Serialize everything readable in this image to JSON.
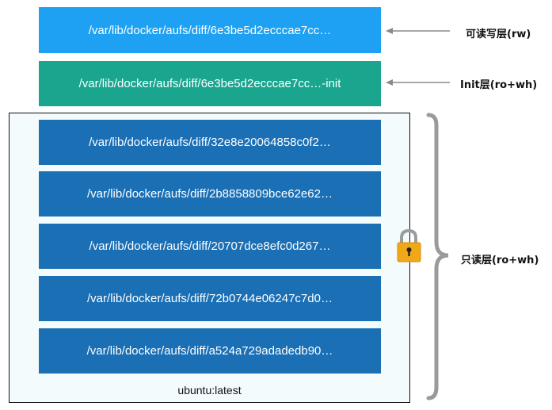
{
  "layers": {
    "container_rw": "/var/lib/docker/aufs/diff/6e3be5d2ecccae7cc…",
    "init": "/var/lib/docker/aufs/diff/6e3be5d2ecccae7cc…-init",
    "readonly": [
      "/var/lib/docker/aufs/diff/32e8e20064858c0f2…",
      "/var/lib/docker/aufs/diff/2b8858809bce62e62…",
      "/var/lib/docker/aufs/diff/20707dce8efc0d267…",
      "/var/lib/docker/aufs/diff/72b0744e06247c7d0…",
      "/var/lib/docker/aufs/diff/a524a729adadedb90…"
    ]
  },
  "image_name": "ubuntu:latest",
  "labels": {
    "rw": "可读写层(rw)",
    "init": "Init层(ro+wh)",
    "readonly": "只读层(ro+wh)"
  },
  "colors": {
    "rw_layer": "#1ea1f2",
    "init_layer": "#1aa58f",
    "readonly_layer": "#1a6fb5",
    "lock_body": "#f0a818"
  },
  "icons": [
    "lock-icon",
    "left-arrow-icon",
    "curly-brace-icon"
  ]
}
